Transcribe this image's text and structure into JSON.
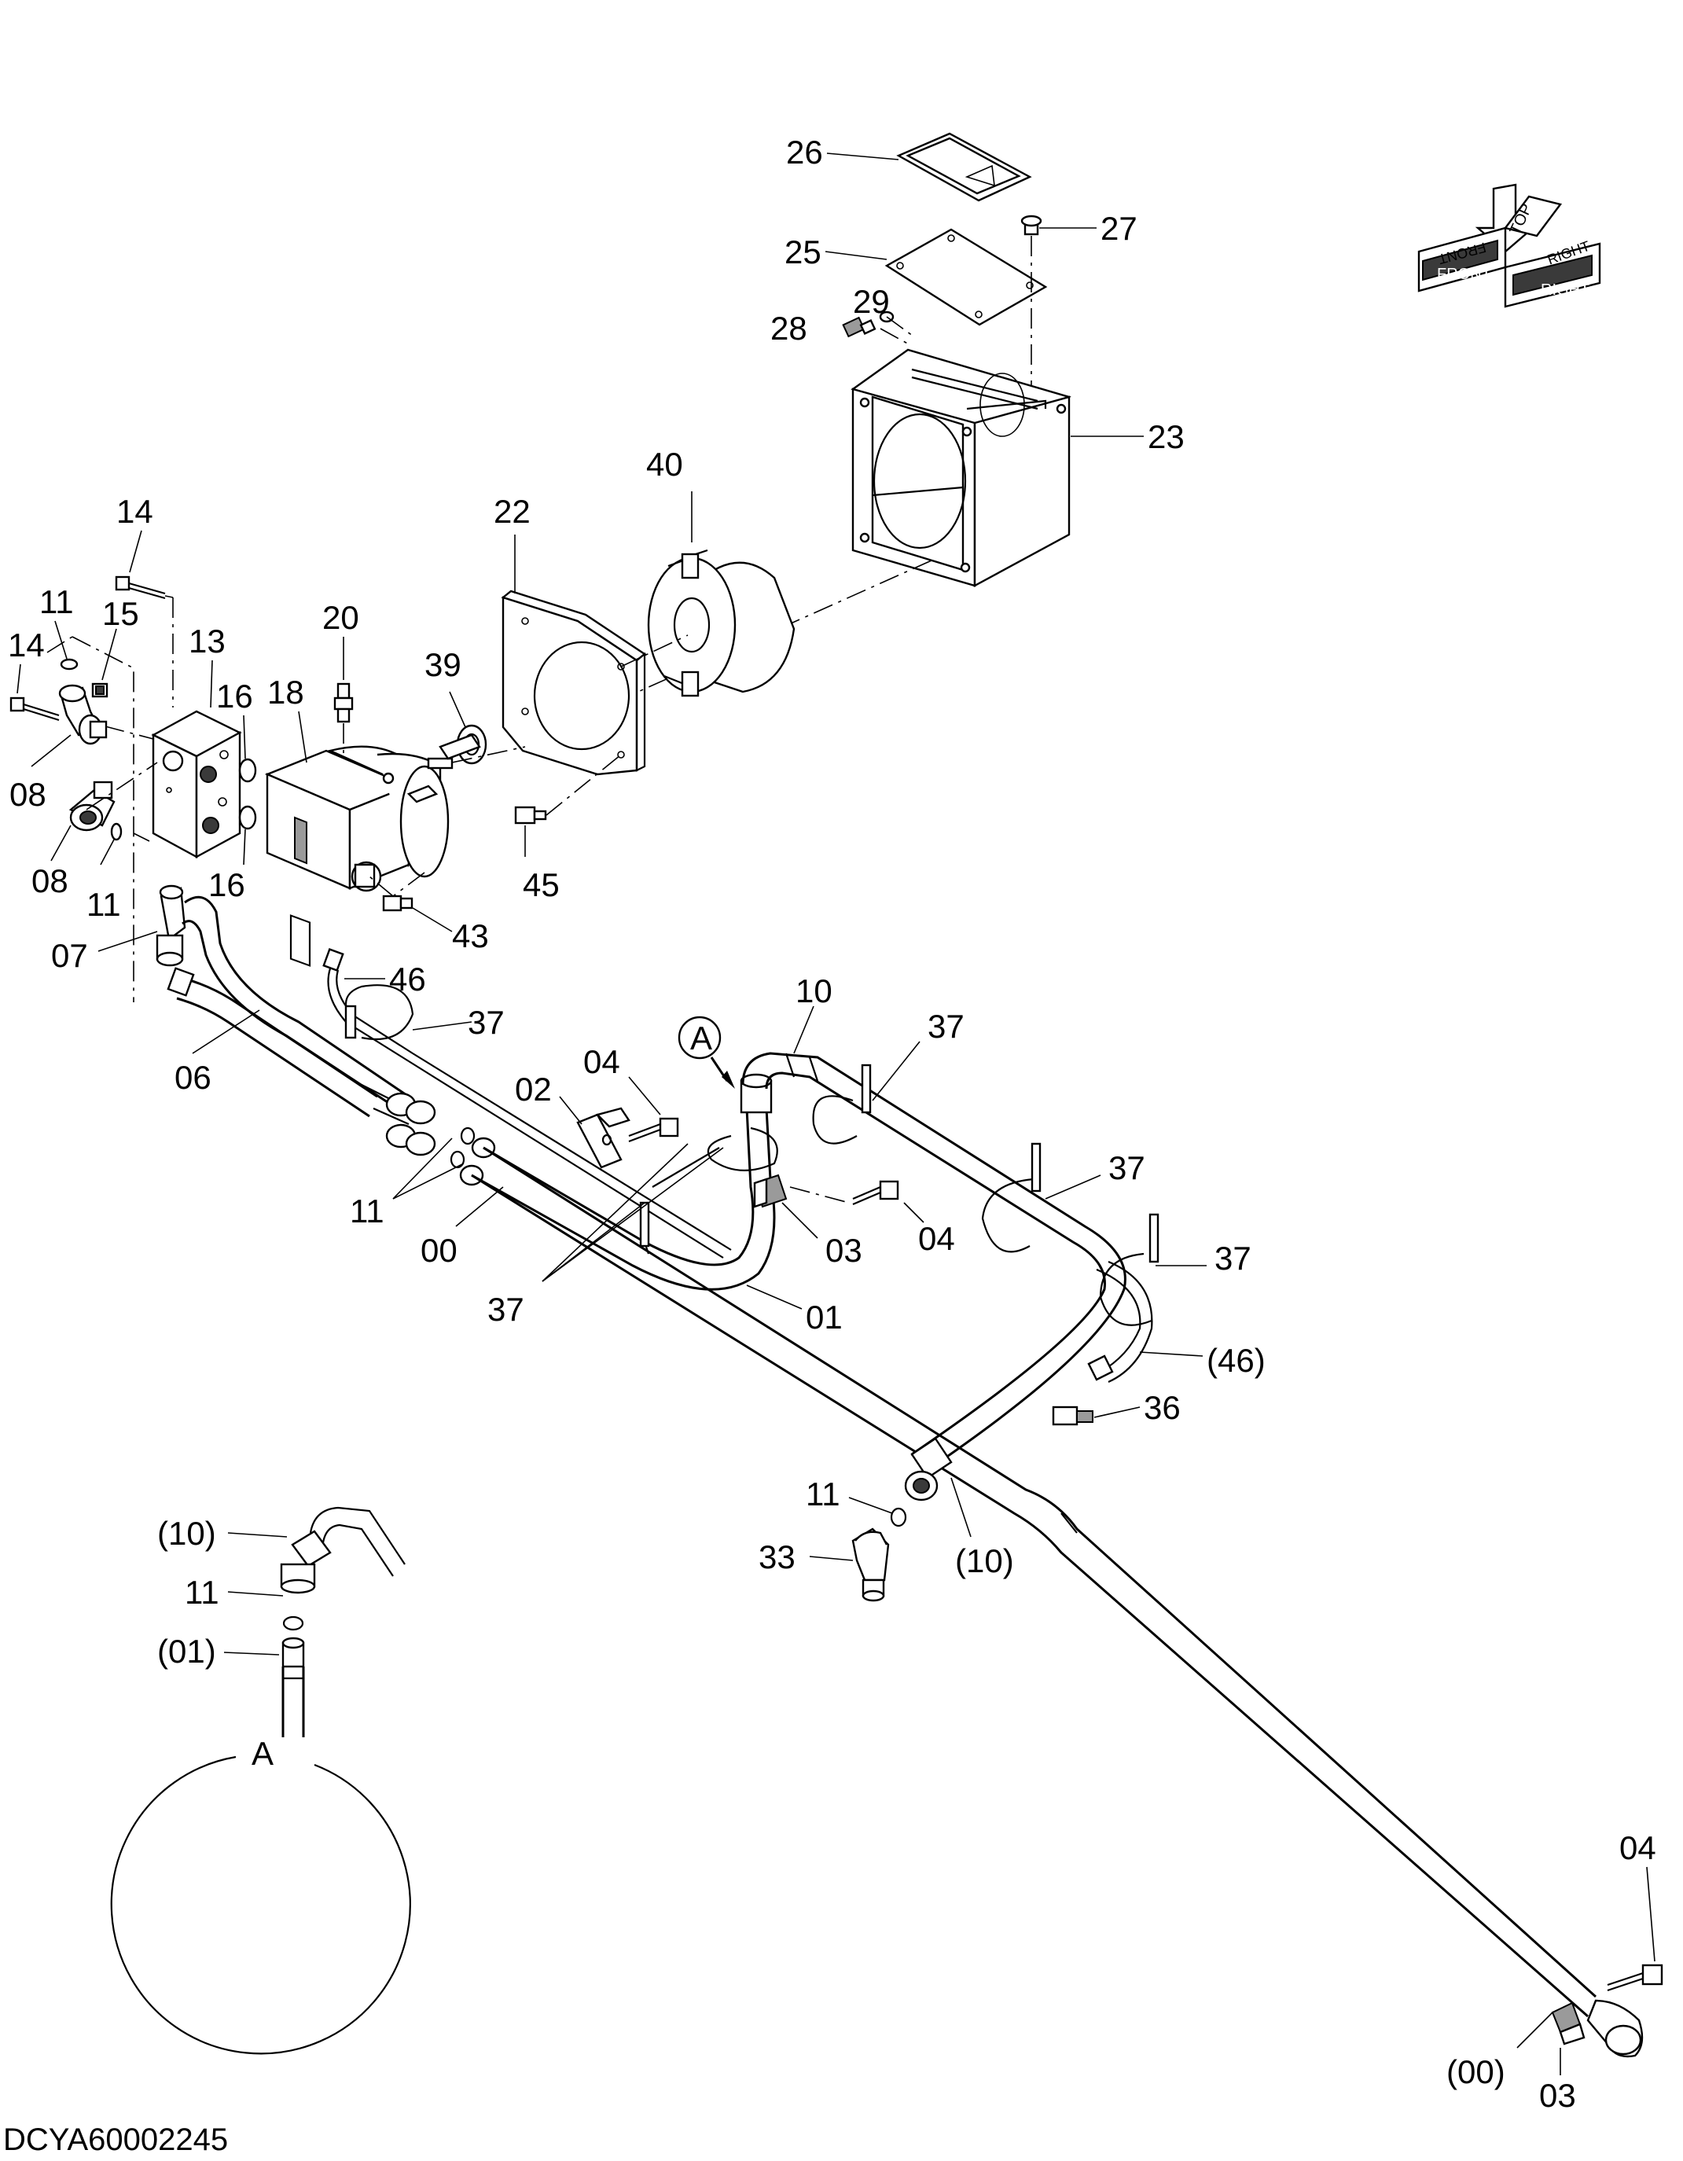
{
  "drawing_code": "DCYA60002245",
  "orientation_indicator": {
    "top": "TOP",
    "front": "FRONT",
    "right": "RIGHT",
    "front_rot": "FRONT",
    "right_rot": "RIGHT"
  },
  "detail_view": {
    "name": "A",
    "callout_letter": "A",
    "labels": [
      "(10)",
      "11",
      "(01)"
    ]
  },
  "part_labels": {
    "p26": "26",
    "p27": "27",
    "p25": "25",
    "p29": "29",
    "p28": "28",
    "p23": "23",
    "p40": "40",
    "p22": "22",
    "p39": "39",
    "p45": "45",
    "p14a": "14",
    "p14b": "14",
    "p11a": "11",
    "p15": "15",
    "p13": "13",
    "p16a": "16",
    "p16b": "16",
    "p18": "18",
    "p20": "20",
    "p08a": "08",
    "p08b": "08",
    "p11b": "11",
    "p43": "43",
    "p07": "07",
    "p46": "46",
    "p37a": "37",
    "p06": "06",
    "p04a": "04",
    "p02": "02",
    "p10": "10",
    "p37b": "37",
    "p37c": "37",
    "p37d": "37",
    "p11c": "11",
    "p00": "00",
    "p03a": "03",
    "p04b": "04",
    "p37e": "37",
    "p01": "01",
    "p46b": "(46)",
    "p36": "36",
    "p11d": "11",
    "p33": "33",
    "p10b": "(10)",
    "p04c": "04",
    "p00b": "(00)",
    "p03b": "03"
  }
}
